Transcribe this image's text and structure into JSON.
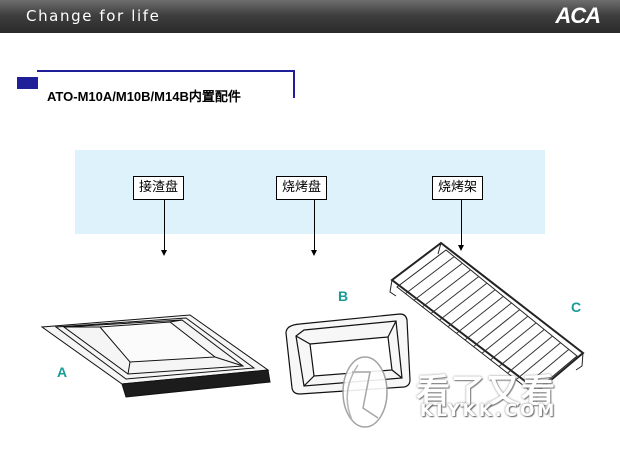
{
  "header": {
    "tagline": "Change for life",
    "logo": "ACA"
  },
  "slide": {
    "title": "ATO-M10A/M10B/M14B内置配件"
  },
  "parts": [
    {
      "label": "接渣盘",
      "letter": "A"
    },
    {
      "label": "烧烤盘",
      "letter": "B"
    },
    {
      "label": "烧烤架",
      "letter": "C"
    }
  ],
  "watermark": {
    "text": "看了又看",
    "url": "KLYKK.COM"
  },
  "colors": {
    "header": "#3a3a3a",
    "title_accent": "#1f1f9a",
    "panel": "#ddf2fb",
    "part_letters": "#1a9a9a"
  }
}
